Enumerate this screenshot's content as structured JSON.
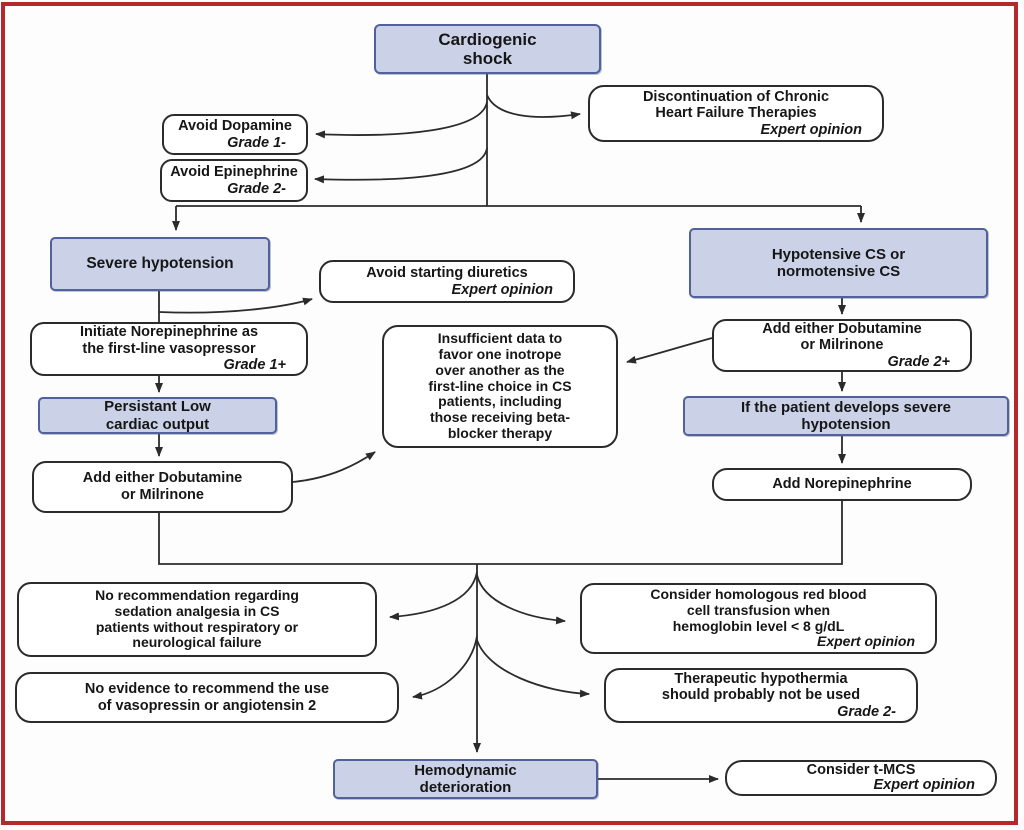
{
  "figure": {
    "type": "clinical-flowchart",
    "topic": "Cardiogenic shock management algorithm"
  },
  "colors": {
    "frame_red": "#b3292c",
    "decision_fill_blue": "#cbd2e8",
    "decision_border_blue": "#51619b",
    "recommendation_fill": "#ffffff",
    "recommendation_border": "#2b2b2b",
    "arrow": "#2b2b2b",
    "text": "#161616"
  },
  "nodes": {
    "cardiogenic_shock": {
      "text": "Cardiogenic\nshock"
    },
    "discontinuation": {
      "text": "Discontinuation of Chronic\nHeart Failure Therapies",
      "note": "Expert opinion"
    },
    "avoid_dopamine": {
      "text": "Avoid Dopamine",
      "note": "Grade 1-"
    },
    "avoid_epinephrine": {
      "text": "Avoid Epinephrine",
      "note": "Grade 2-"
    },
    "severe_hypotension": {
      "text": "Severe hypotension"
    },
    "hypotensive_cs": {
      "text": "Hypotensive CS or\nnormotensive CS"
    },
    "avoid_diuretics": {
      "text": "Avoid starting diuretics",
      "note": "Expert opinion"
    },
    "initiate_norepinephrine": {
      "text": "Initiate Norepinephrine as\nthe first-line vasopressor",
      "note": "Grade 1+"
    },
    "persistent_low_co": {
      "text": "Persistant Low\ncardiac output"
    },
    "insufficient_data": {
      "text": "Insufficient data to\nfavor one inotrope\nover another as the\nfirst-line choice in CS\npatients, including\nthose receiving beta-\nblocker therapy"
    },
    "add_dobutamine_left": {
      "text": "Add either Dobutamine\nor Milrinone"
    },
    "add_dobutamine_right": {
      "text": "Add either Dobutamine\nor Milrinone",
      "note": "Grade 2+"
    },
    "develops_severe_hypotension": {
      "text": "If the patient develops severe\nhypotension"
    },
    "add_norepinephrine": {
      "text": "Add Norepinephrine"
    },
    "no_recommendation_sedation": {
      "text": "No recommendation regarding\nsedation analgesia in CS\npatients without respiratory or\nneurological failure"
    },
    "consider_transfusion": {
      "text": "Consider homologous red blood\ncell transfusion when\nhemoglobin level < 8 g/dL",
      "note": "Expert opinion"
    },
    "no_evidence_vasopressin": {
      "text": "No evidence to recommend the use\nof vasopressin or angiotensin 2"
    },
    "therapeutic_hypothermia": {
      "text": "Therapeutic hypothermia\nshould probably not be used",
      "note": "Grade 2-"
    },
    "hemodynamic_deterioration": {
      "text": "Hemodynamic\ndeterioration"
    },
    "consider_tmcs": {
      "text": "Consider t-MCS",
      "note": "Expert opinion"
    }
  }
}
